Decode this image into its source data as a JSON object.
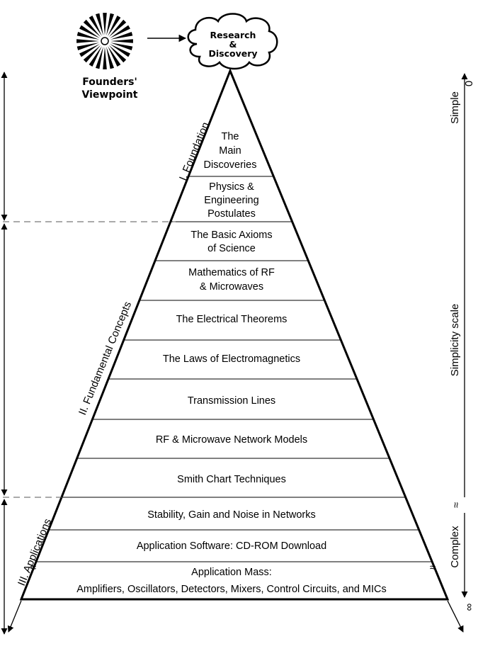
{
  "founders": {
    "line1": "Founders'",
    "line2": "Viewpoint"
  },
  "cloud": {
    "line1": "Research",
    "line2": "&",
    "line3": "Discovery"
  },
  "tiers": [
    {
      "lines": [
        "The",
        "Main",
        "Discoveries"
      ]
    },
    {
      "lines": [
        "Physics &",
        "Engineering",
        "Postulates"
      ]
    },
    {
      "lines": [
        "The Basic Axioms",
        "of Science"
      ]
    },
    {
      "lines": [
        "Mathematics of RF",
        "& Microwaves"
      ]
    },
    {
      "lines": [
        "The Electrical Theorems"
      ]
    },
    {
      "lines": [
        "The Laws of Electromagnetics"
      ]
    },
    {
      "lines": [
        "Transmission Lines"
      ]
    },
    {
      "lines": [
        "RF & Microwave Network Models"
      ]
    },
    {
      "lines": [
        "Smith Chart Techniques"
      ]
    },
    {
      "lines": [
        "Stability, Gain and Noise in Networks"
      ]
    },
    {
      "lines": [
        "Application Software: CD-ROM Download"
      ]
    },
    {
      "lines": [
        "Application Mass:",
        "Amplifiers, Oscillators, Detectors, Mixers, Control Circuits, and MICs"
      ]
    }
  ],
  "sections": {
    "foundation": "I. Foundation",
    "fundamental": "II. Fundamental Concepts",
    "applications": "III. Applications"
  },
  "scale": {
    "simple": "Simple",
    "zero": "0",
    "title": "Simplicity scale",
    "complex": "Complex",
    "infinity": "∞",
    "break_mark": "≈"
  }
}
